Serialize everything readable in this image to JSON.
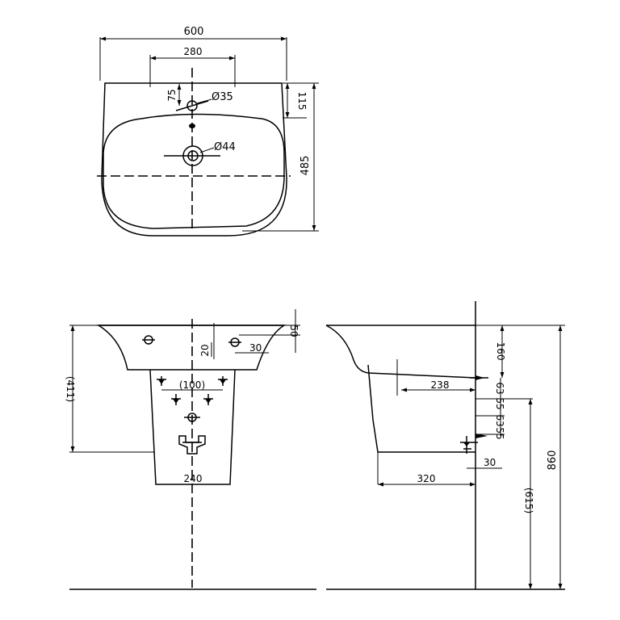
{
  "top_view": {
    "dim_overall_width": "600",
    "dim_tap_spacing": "280",
    "dim_tap_offset": "75",
    "dim_tap_hole": "Ø35",
    "dim_waste_hole": "Ø44",
    "dim_rim": "115",
    "dim_depth": "485"
  },
  "front_view": {
    "dim_rim_height": "50",
    "dim_hole_drop": "20",
    "dim_hole_offset": "30",
    "dim_fixing_spacing": "(100)",
    "dim_basin_height": "(411)",
    "dim_pedestal_width": "240"
  },
  "side_view": {
    "dim_top_to_fixing": "160",
    "dim_fixing_depth": "238",
    "dim_a": "63",
    "dim_b": "55",
    "dim_c": "63",
    "dim_d": "55",
    "dim_pedestal_depth": "320",
    "dim_wall_gap": "30",
    "dim_floor_height": "(615)",
    "dim_total_height": "860"
  },
  "colors": {
    "line": "#000000",
    "background": "#ffffff"
  }
}
